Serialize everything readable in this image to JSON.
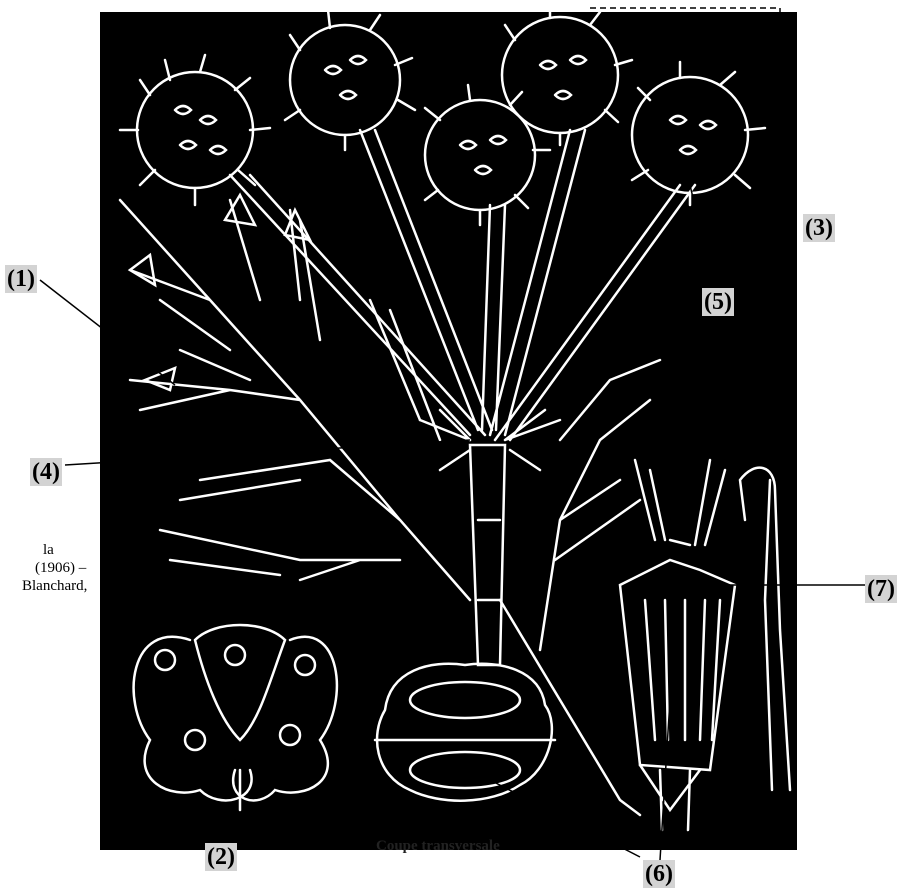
{
  "labels": {
    "l1": "(1)",
    "l2": "(2)",
    "l3": "(3)",
    "l4": "(4)",
    "l5": "(5)",
    "l6a": "(6)",
    "l7": "(7)"
  },
  "caption_lines": [
    "la",
    "(1906) –",
    "Blanchard,"
  ],
  "cross_section_label": "Coupe transversale",
  "colors": {
    "plate": "#000000",
    "drawing": "#ffffff",
    "label_bg": "#d3d3d3",
    "leader": "#000000"
  }
}
